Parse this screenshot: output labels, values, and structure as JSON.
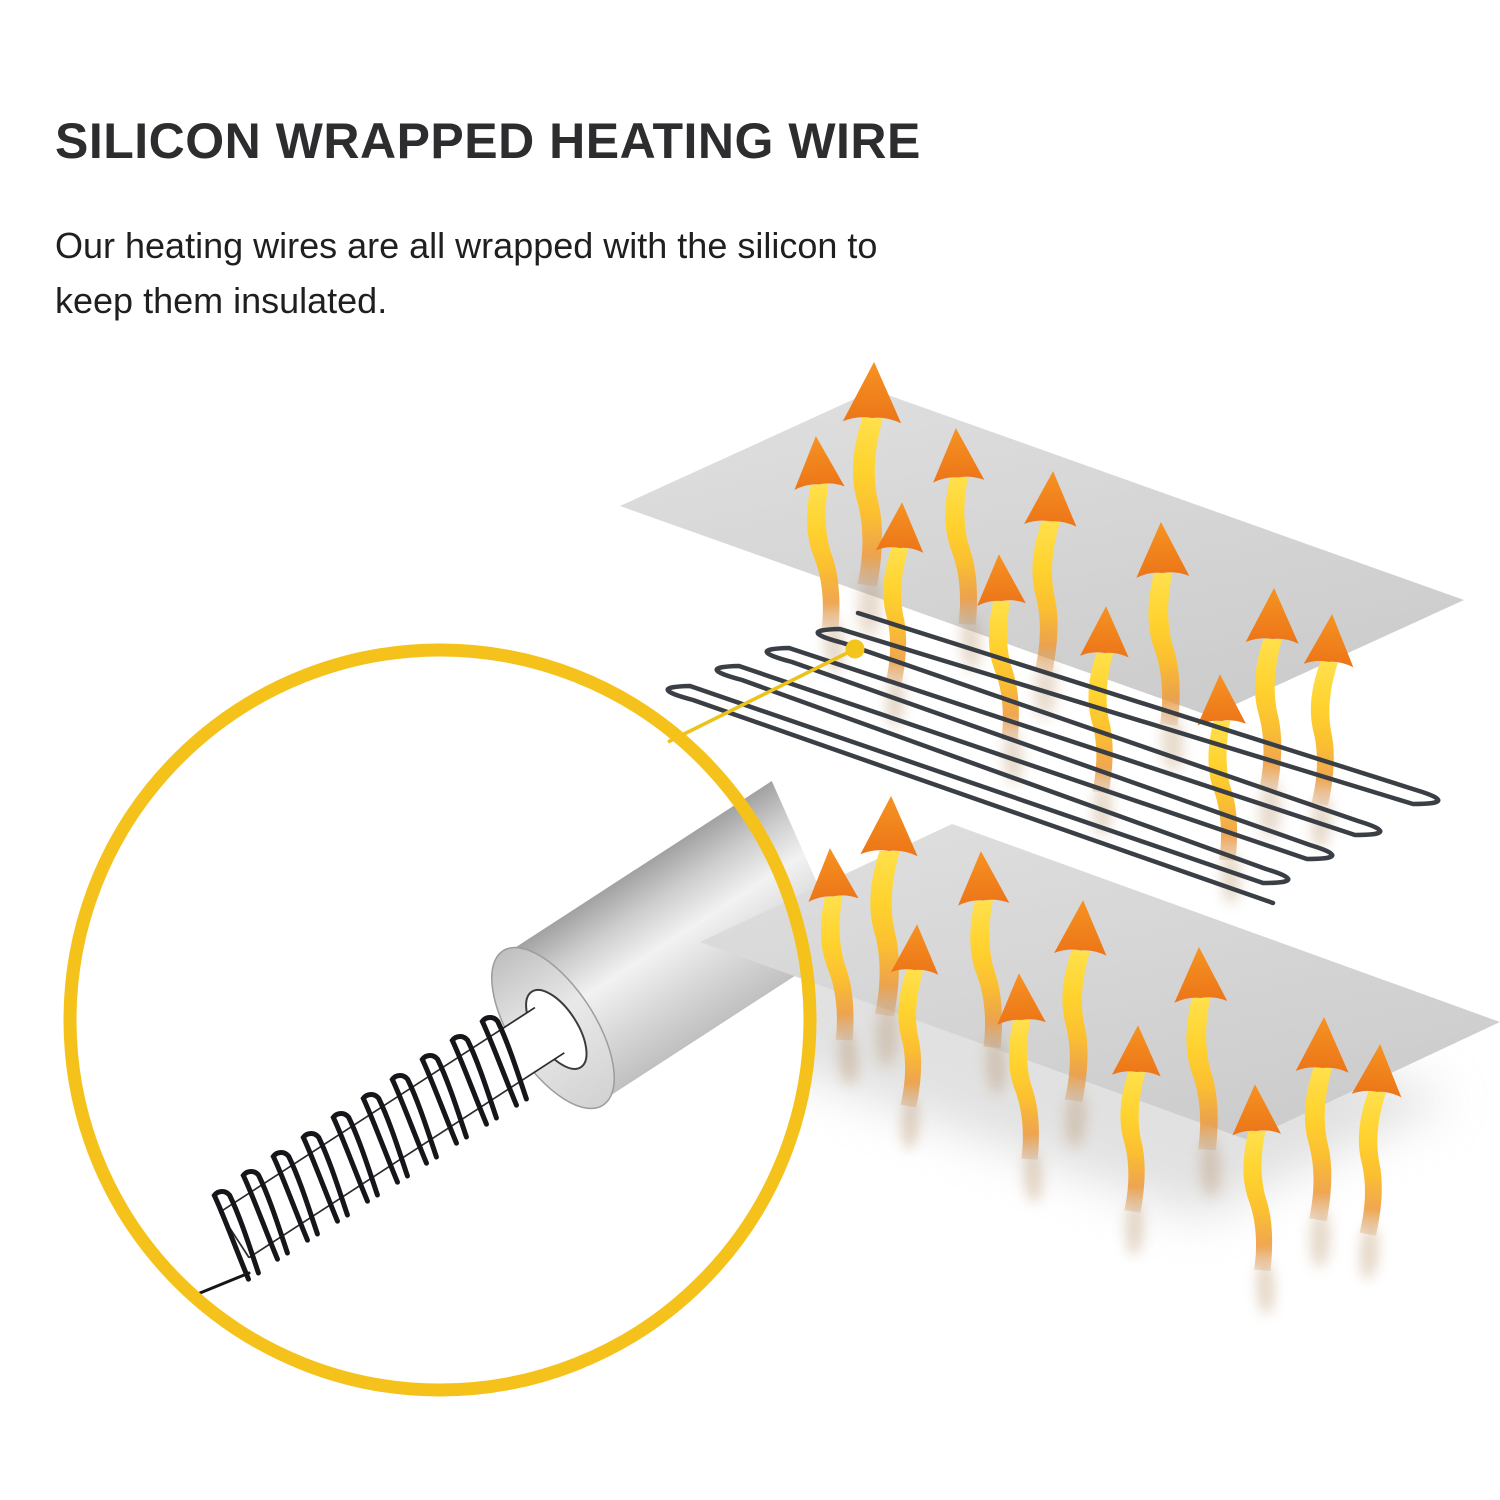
{
  "header": {
    "title": "SILICON WRAPPED HEATING WIRE"
  },
  "description": {
    "line1": "Our heating wires are all wrapped with the silicon to",
    "line2": "keep them insulated."
  },
  "colors": {
    "accent_yellow": "#F5C21B",
    "leader_yellow": "#EAC31D",
    "flame_orange": "#F28A1F",
    "flame_yellow": "#FFD93B",
    "sheet_gray": "#D6D6D6",
    "wire_dark": "#3A3E45",
    "text_dark": "#2D2D2F"
  },
  "icons": {
    "heat_arrow": "wavy-up-arrow",
    "magnifier_ring": "circle-outline",
    "connector_dot": "point-marker"
  }
}
